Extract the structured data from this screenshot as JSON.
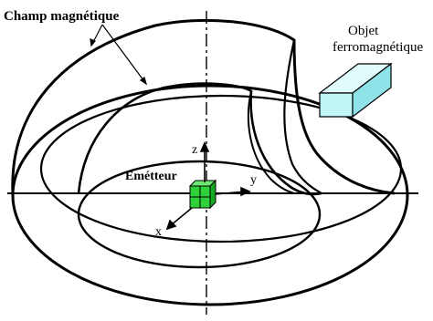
{
  "labels": {
    "champ": "Champ magnétique",
    "objet_line1": "Objet",
    "objet_line2": "ferromagnétique",
    "emetteur": "Emétteur",
    "axis_x": "x",
    "axis_y": "y",
    "axis_z": "z"
  },
  "colors": {
    "stroke": "#000000",
    "object_fill": "#bff6f8",
    "object_top": "#dffbfc",
    "object_side": "#8fe3e8",
    "emitter_fill": "#2fd03a",
    "emitter_top": "#6ee873",
    "emitter_side": "#13a820"
  }
}
